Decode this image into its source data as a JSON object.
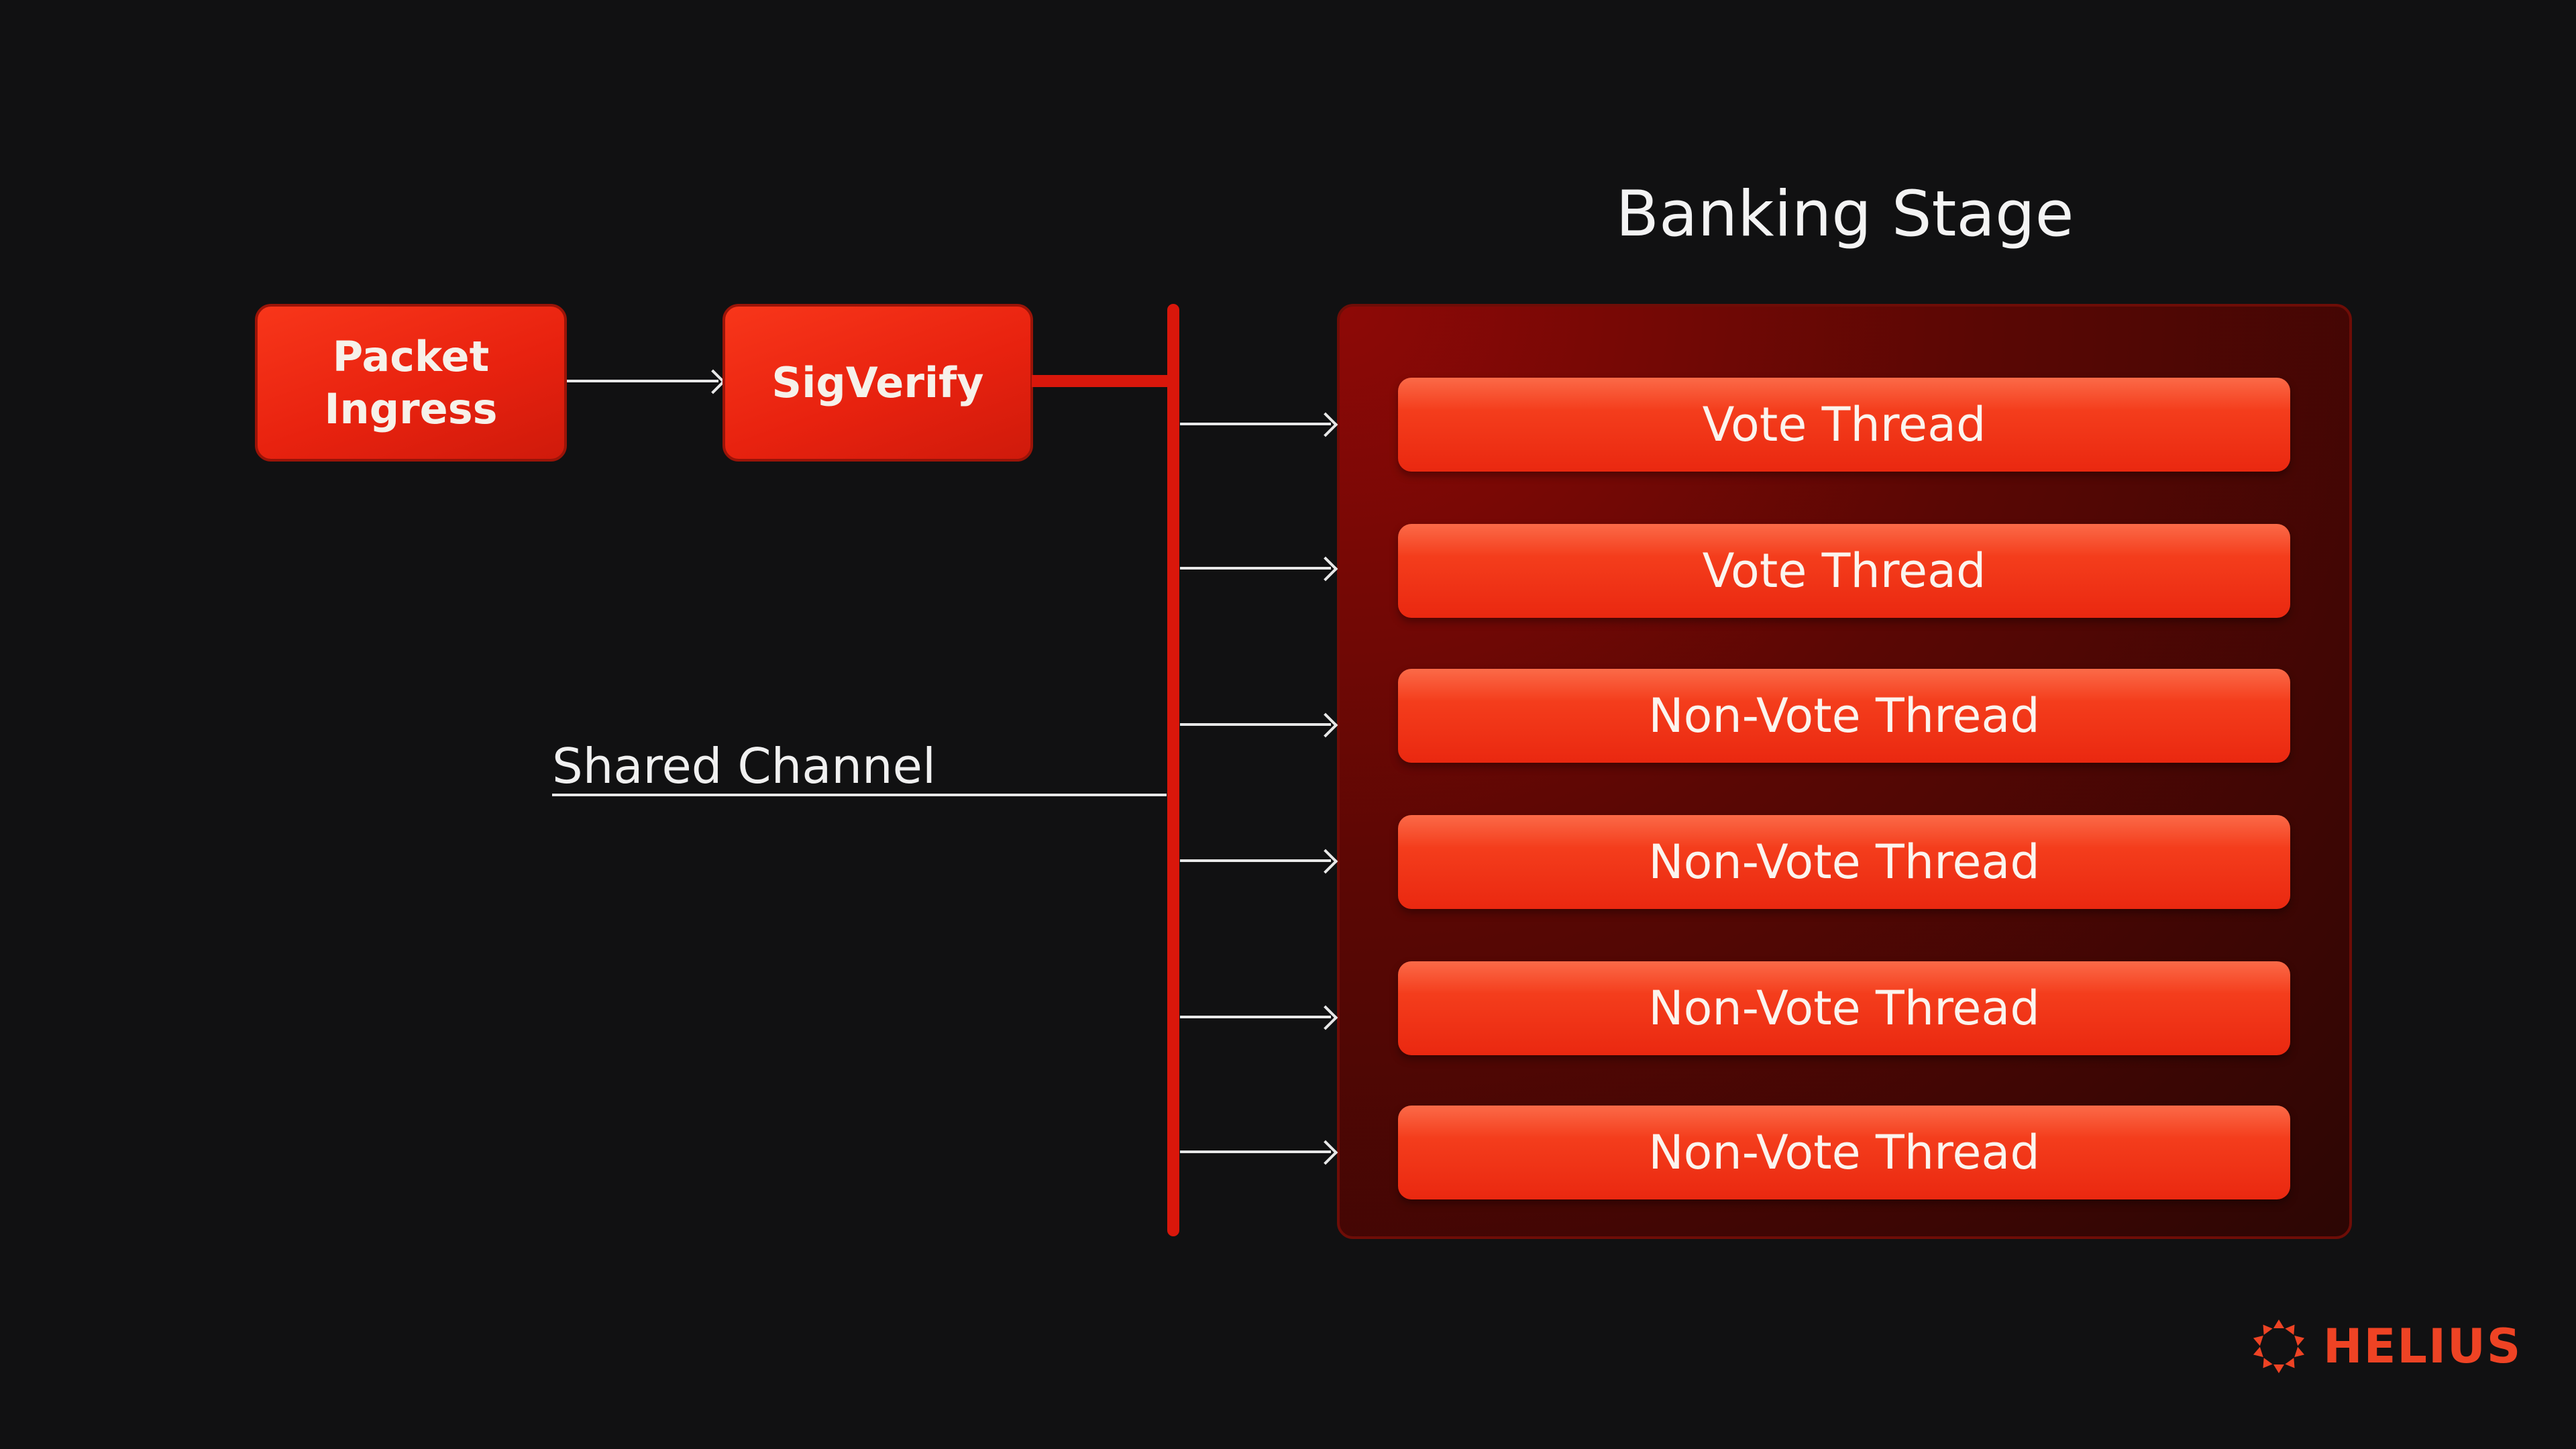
{
  "diagram": {
    "nodes": {
      "packet_ingress": "Packet\nIngress",
      "sigverify": "SigVerify"
    },
    "banking_stage": {
      "title": "Banking Stage",
      "threads": [
        "Vote Thread",
        "Vote Thread",
        "Non-Vote Thread",
        "Non-Vote Thread",
        "Non-Vote Thread",
        "Non-Vote Thread"
      ]
    },
    "shared_channel_label": "Shared Channel",
    "brand": {
      "name": "HELIUS",
      "color": "#ee4324"
    },
    "colors": {
      "accent": "#e8220f",
      "background": "#111112"
    }
  }
}
